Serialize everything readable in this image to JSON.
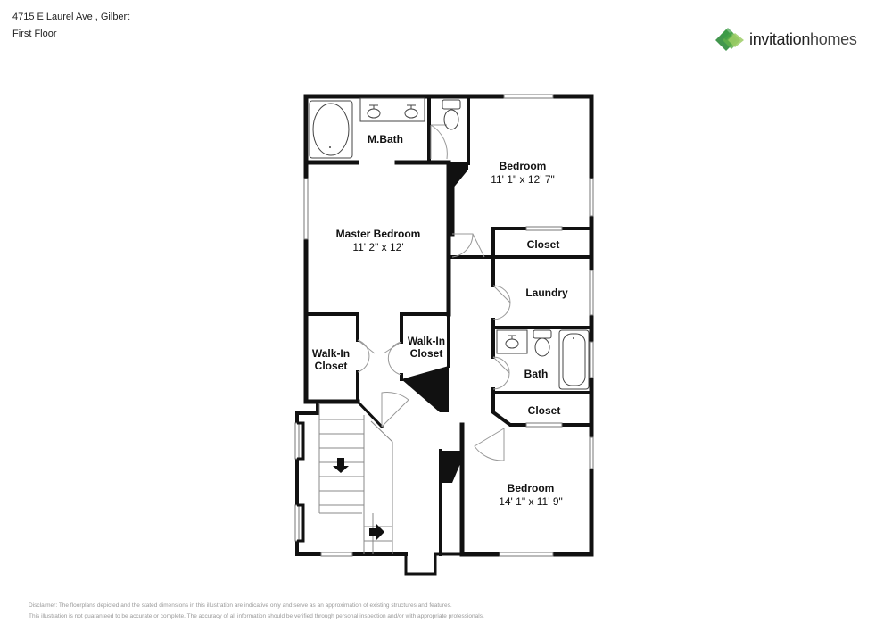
{
  "header": {
    "address": "4715 E Laurel Ave , Gilbert",
    "floor": "First Floor"
  },
  "brand": {
    "name_part1": "invitation",
    "name_part2": "homes",
    "colors": {
      "green_dark": "#2e8b3a",
      "green_mid": "#5fb04a",
      "green_light": "#9ccc65"
    }
  },
  "rooms": {
    "mbath": {
      "name": "M.Bath"
    },
    "bedroom1": {
      "name": "Bedroom",
      "dims": "11' 1\" x 12' 7\""
    },
    "closet1": {
      "name": "Closet"
    },
    "master": {
      "name": "Master Bedroom",
      "dims": "11' 2\" x 12'"
    },
    "laundry": {
      "name": "Laundry"
    },
    "walkin_left": {
      "line1": "Walk-In",
      "line2": "Closet"
    },
    "walkin_right": {
      "line1": "Walk-In",
      "line2": "Closet"
    },
    "bath": {
      "name": "Bath"
    },
    "closet2": {
      "name": "Closet"
    },
    "bedroom2": {
      "name": "Bedroom",
      "dims": "14' 1\" x 11' 9\""
    }
  },
  "disclaimer": {
    "line1": "Disclaimer: The floorplans depicted and the stated dimensions in this illustration are indicative only and serve as an approximation of existing structures and features.",
    "line2": "This illustration is not guaranteed to be accurate or complete. The accuracy of all information should be verified through personal inspection and/or with appropriate professionals."
  }
}
